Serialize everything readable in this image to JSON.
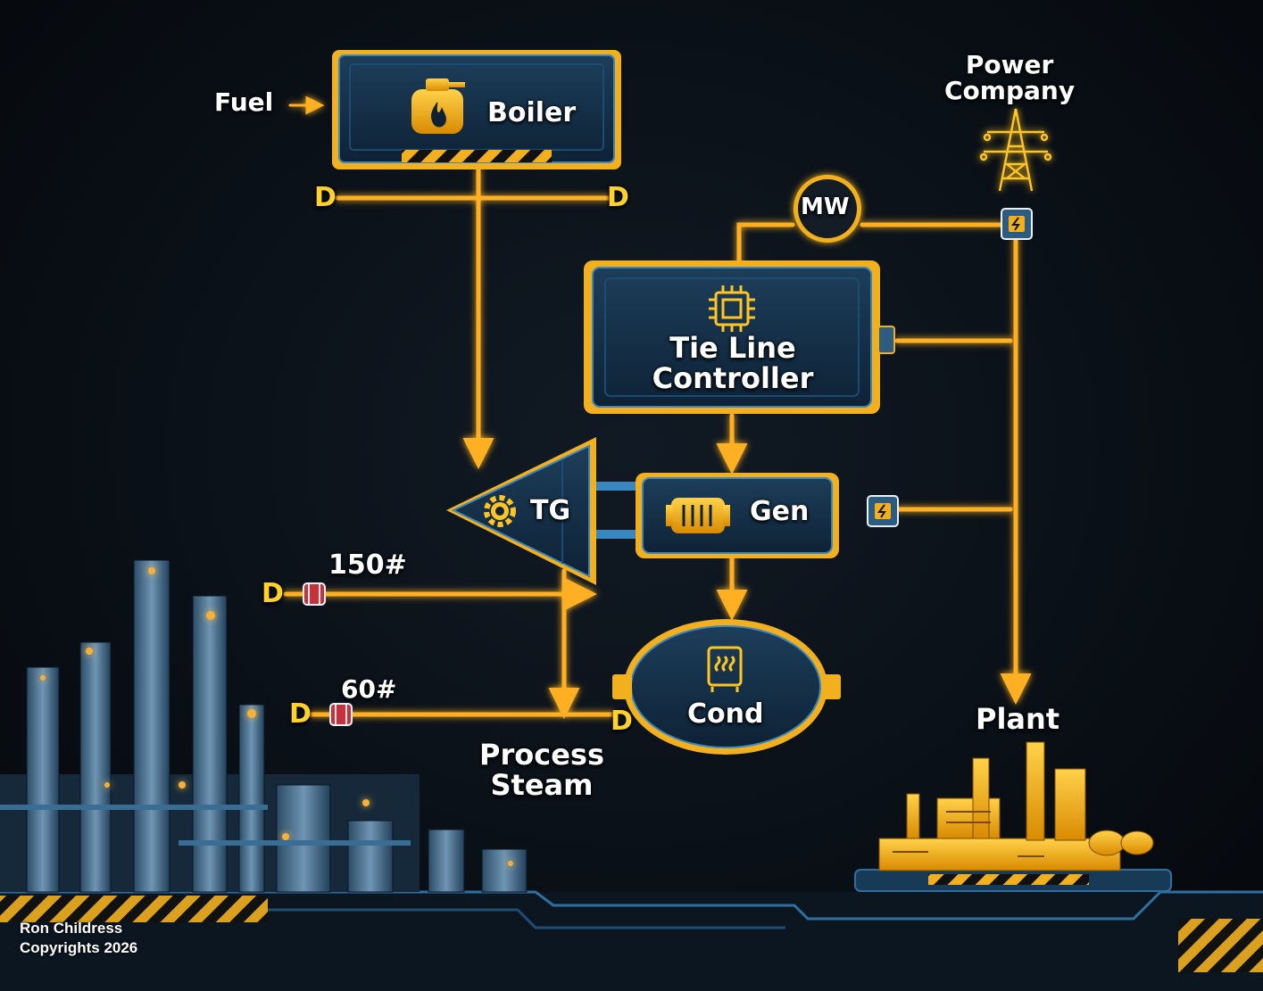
{
  "labels": {
    "fuel": "Fuel",
    "boiler": "Boiler",
    "power_company_line1": "Power",
    "power_company_line2": "Company",
    "mw": "MW",
    "tie_line_line1": "Tie Line",
    "tie_line_line2": "Controller",
    "tg": "TG",
    "gen": "Gen",
    "p150": "150#",
    "p60": "60#",
    "cond": "Cond",
    "process_steam_line1": "Process",
    "process_steam_line2": "Steam",
    "plant": "Plant",
    "d": "D"
  },
  "credit": {
    "line1": "Ron Childress",
    "line2": "Copyrights 2026"
  },
  "icons": [
    "boiler-flame-icon",
    "chip-icon",
    "gear-icon",
    "motor-icon",
    "heat-icon",
    "transmission-tower-icon",
    "breaker-icon",
    "valve-icon",
    "factory-icon",
    "refinery-illustration"
  ],
  "colors": {
    "pipe": "#ffb020",
    "pipe_glow": "#ff8a00",
    "panel": "#15324a",
    "panel_border": "#2d6fa0",
    "accent": "#f2b01e",
    "background": "#0a1017"
  }
}
